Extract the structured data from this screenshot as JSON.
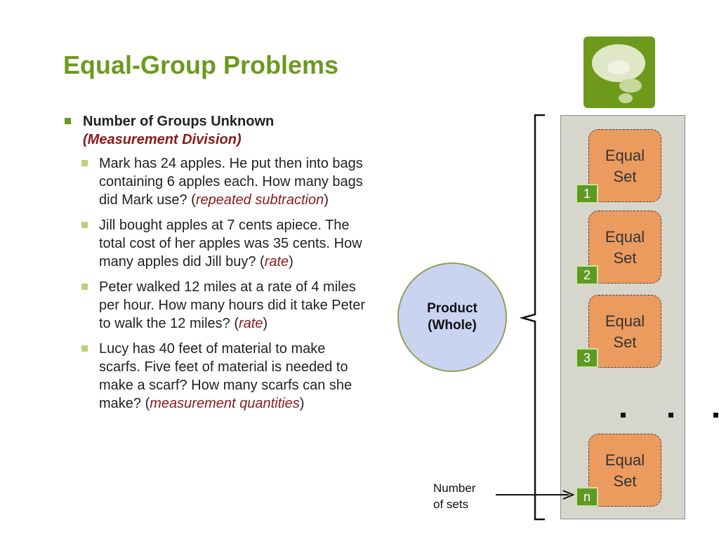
{
  "title": "Equal-Group Problems",
  "heading": {
    "label": "Number of Groups Unknown",
    "subtitle": "(Measurement Division)"
  },
  "problems": [
    {
      "text": "Mark has 24 apples.  He put then into bags containing 6 apples each.  How many bags did Mark use? (",
      "type": "repeated subtraction",
      "close": ")"
    },
    {
      "text": "Jill bought apples at 7 cents apiece.  The total cost of her apples was 35 cents.  How many apples did Jill buy? (",
      "type": "rate",
      "close": ")"
    },
    {
      "text": "Peter walked 12 miles at a rate of 4 miles per hour.  How many hours did it take Peter to walk the 12 miles? (",
      "type": "rate",
      "close": ")"
    },
    {
      "text": "Lucy has 40 feet of material to make scarfs.  Five feet of material is needed to make a scarf?  How many scarfs can she make? (",
      "type": "measurement quantities",
      "close": ")"
    }
  ],
  "diagram": {
    "product_line1": "Product",
    "product_line2": "(Whole)",
    "sets": [
      {
        "line1": "Equal",
        "line2": "Set",
        "badge": "1"
      },
      {
        "line1": "Equal",
        "line2": "Set",
        "badge": "2"
      },
      {
        "line1": "Equal",
        "line2": "Set",
        "badge": "3"
      },
      {
        "line1": "Equal",
        "line2": "Set",
        "badge": "n"
      }
    ],
    "ellipsis_dots": 3,
    "number_of_sets_line1": "Number",
    "number_of_sets_line2": "of sets"
  },
  "colors": {
    "title": "#6b9a1e",
    "accent_em": "#8b1a1a",
    "set_fill": "#ec9b5e",
    "badge_fill": "#5e9a24",
    "panel_fill": "#d6d6cc",
    "product_fill": "#cad3f0"
  },
  "icons": {
    "logo": "thought-bubble-icon"
  }
}
